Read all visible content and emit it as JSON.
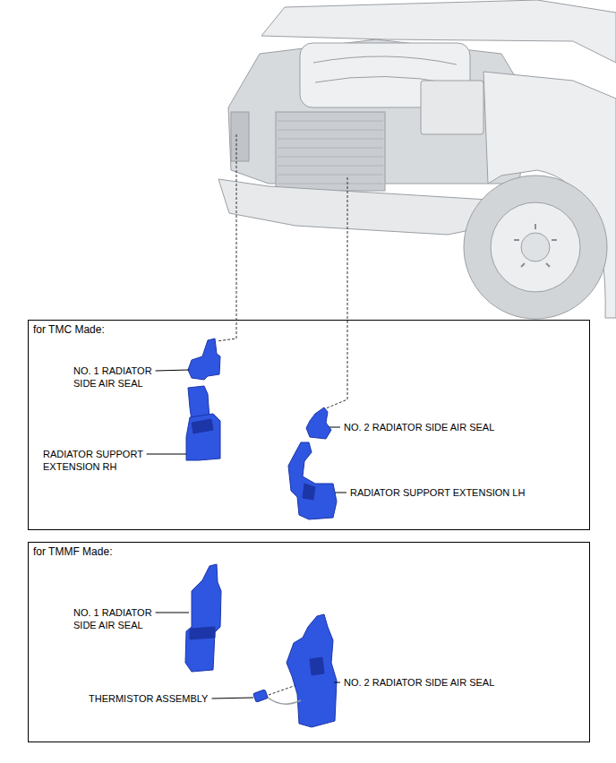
{
  "diagram": {
    "nodes": [
      {
        "text": [
          "for TMC Made:"
        ]
      },
      {
        "text": [
          "for TMMF Made:"
        ]
      }
    ],
    "labels": [
      "NO. 1 RADIATOR SIDE AIR SEAL",
      "RADIATOR SUPPORT EXTENSION RH",
      "NO. 2 RADIATOR SIDE AIR SEAL",
      "RADIATOR SUPPORT EXTENSION LH",
      "NO. 1 RADIATOR SIDE AIR SEAL",
      "THERMISTOR ASSEMBLY",
      "NO. 2 RADIATOR SIDE AIR SEAL"
    ]
  }
}
